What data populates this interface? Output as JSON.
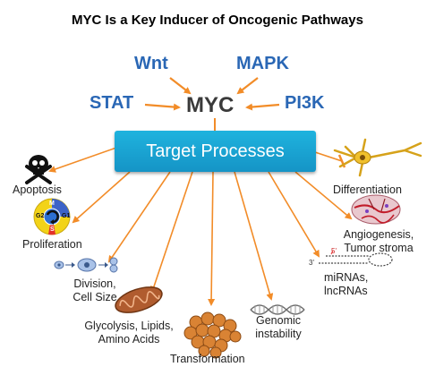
{
  "title": "MYC Is a Key Inducer of Oncogenic Pathways",
  "upstream": {
    "wnt": "Wnt",
    "mapk": "MAPK",
    "stat": "STAT",
    "pi3k": "PI3K"
  },
  "center": "MYC",
  "target_box": "Target Processes",
  "processes": {
    "apoptosis": "Apoptosis",
    "proliferation": "Proliferation",
    "division_1": "Division,",
    "division_2": "Cell Size",
    "glycolysis_1": "Glycolysis, Lipids,",
    "glycolysis_2": "Amino Acids",
    "transformation": "Transformation",
    "genomic_1": "Genomic",
    "genomic_2": "instability",
    "mirnas_1": "miRNAs,",
    "mirnas_2": "lncRNAs",
    "angio_1": "Angiogenesis,",
    "angio_2": "Tumor stroma",
    "differentiation": "Differentiation"
  },
  "cell_cycle": {
    "m": "M",
    "g1": "G1",
    "g2": "G2",
    "s": "S"
  },
  "rna_label": {
    "three": "3'",
    "five": "5'"
  },
  "colors": {
    "arrow": "#f28c28",
    "pathway": "#2a67b5",
    "box": "#1aa6d6",
    "box_text": "#ffffff",
    "myc": "#3a3a3a"
  }
}
